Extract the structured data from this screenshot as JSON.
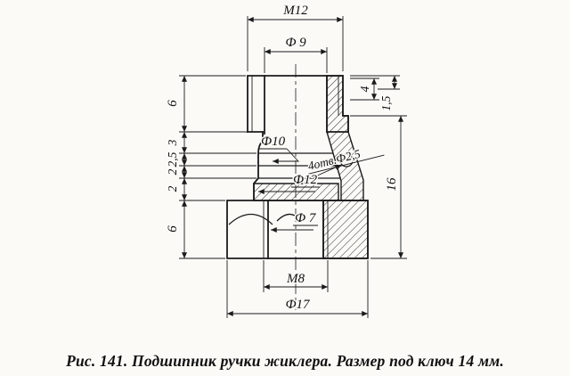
{
  "figure": {
    "caption": "Рис. 141. Подшипник ручки жиклера. Размер под ключ 14 мм."
  },
  "colors": {
    "ink": "#1b1b1b",
    "paper": "#fbfaf7"
  },
  "dimensions": {
    "thread_top": "М12",
    "bore_top": "Ф 9",
    "neck_dia": "Ф10",
    "stem_dia": "Ф12",
    "bore_bottom": "Ф 7",
    "thread_bottom": "М8",
    "hex_dia": "Ф17",
    "flange_holes": "4отв.Ф2,5",
    "overall_height": "16",
    "top_depth": "4",
    "wall_thickness": "1,5",
    "left_stack": [
      "6",
      "3",
      "2,5",
      "2",
      "2",
      "6"
    ]
  }
}
